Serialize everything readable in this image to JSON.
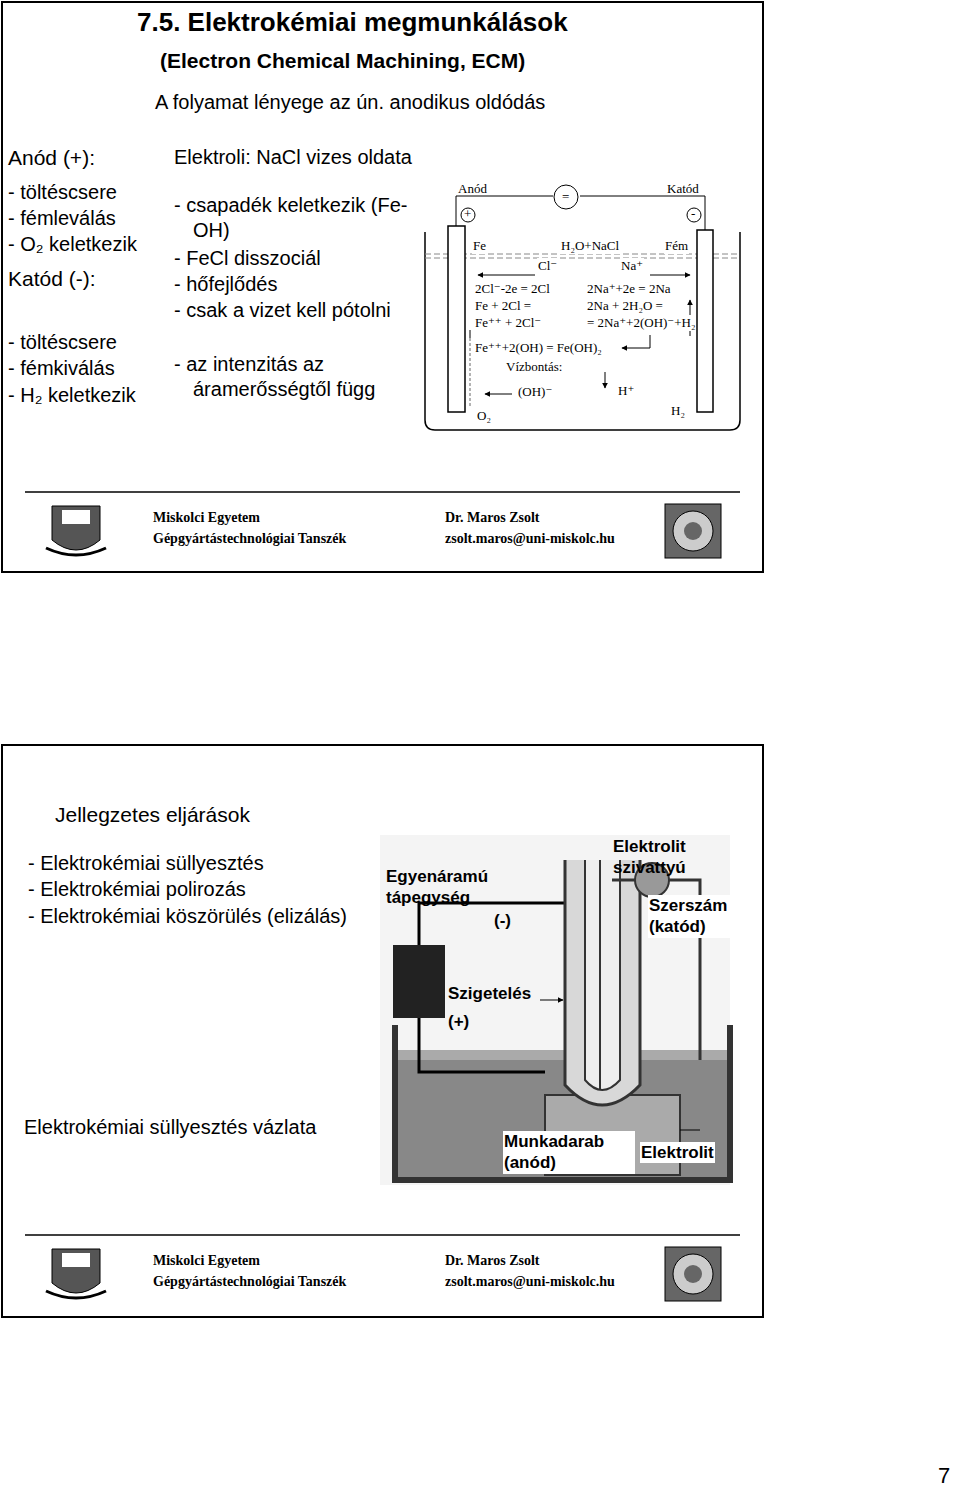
{
  "diagram": {
    "title": "7.5. Elektrokémiai megmunkálások",
    "labels": [
      "(Electron Chemical Machining, ECM)",
      "A folyamat lényege az ún. anodikus oldódás",
      "Anód (+):",
      "- töltéscsere",
      "- fémleválás",
      "- O₂ keletkezik",
      "Katód (-):",
      "- töltéscsere",
      "- fémkiválás",
      "- H₂ keletkezik",
      "Elektroli: NaCl vizes oldata",
      "- csapadék keletkezik (Fe-OH)",
      "- FeCl disszociál",
      "- hőfejlődés",
      "- csak a vizet kell pótolni",
      "- az intenzitás az áramerősségtől függ",
      "Anód",
      "=",
      "Katód",
      "+",
      "-",
      "Fe",
      "H₂O+NaCl",
      "Fém",
      "Cl⁻",
      "Na⁺",
      "2Cl⁻-2e = 2Cl",
      "Fe + 2Cl =",
      "Fe⁺⁺ + 2Cl⁻",
      "2Na⁺+2e = 2Na",
      "2Na + 2H₂O =",
      "= 2Na⁺+2(OH)⁻+H₂",
      "Fe⁺⁺+2(OH) = Fe(OH)₂",
      "Vízbontás:",
      "(OH)⁻",
      "H⁺",
      "O₂",
      "H₂",
      "Miskolci Egyetem",
      "Gépgyártástechnológiai Tanszék",
      "Dr. Maros Zsolt",
      "zsolt.maros@uni-miskolc.hu",
      "Jellegzetes eljárások",
      "- Elektrokémiai süllyesztés",
      "- Elektrokémiai polirozás",
      "- Elektrokémiai köszörülés (elizálás)",
      "Elektrokémiai süllyesztés vázlata",
      "Elektrolit szivattyú",
      "Egyenáramú tápegység",
      "(-)",
      "Szerszám (katód)",
      "Szigetelés",
      "(+)",
      "Munkadarab (anód)",
      "Elektrolit",
      "Miskolci Egyetem",
      "Gépgyártástechnológiai Tanszék",
      "Dr. Maros Zsolt",
      "zsolt.maros@uni-miskolc.hu",
      "7"
    ]
  }
}
